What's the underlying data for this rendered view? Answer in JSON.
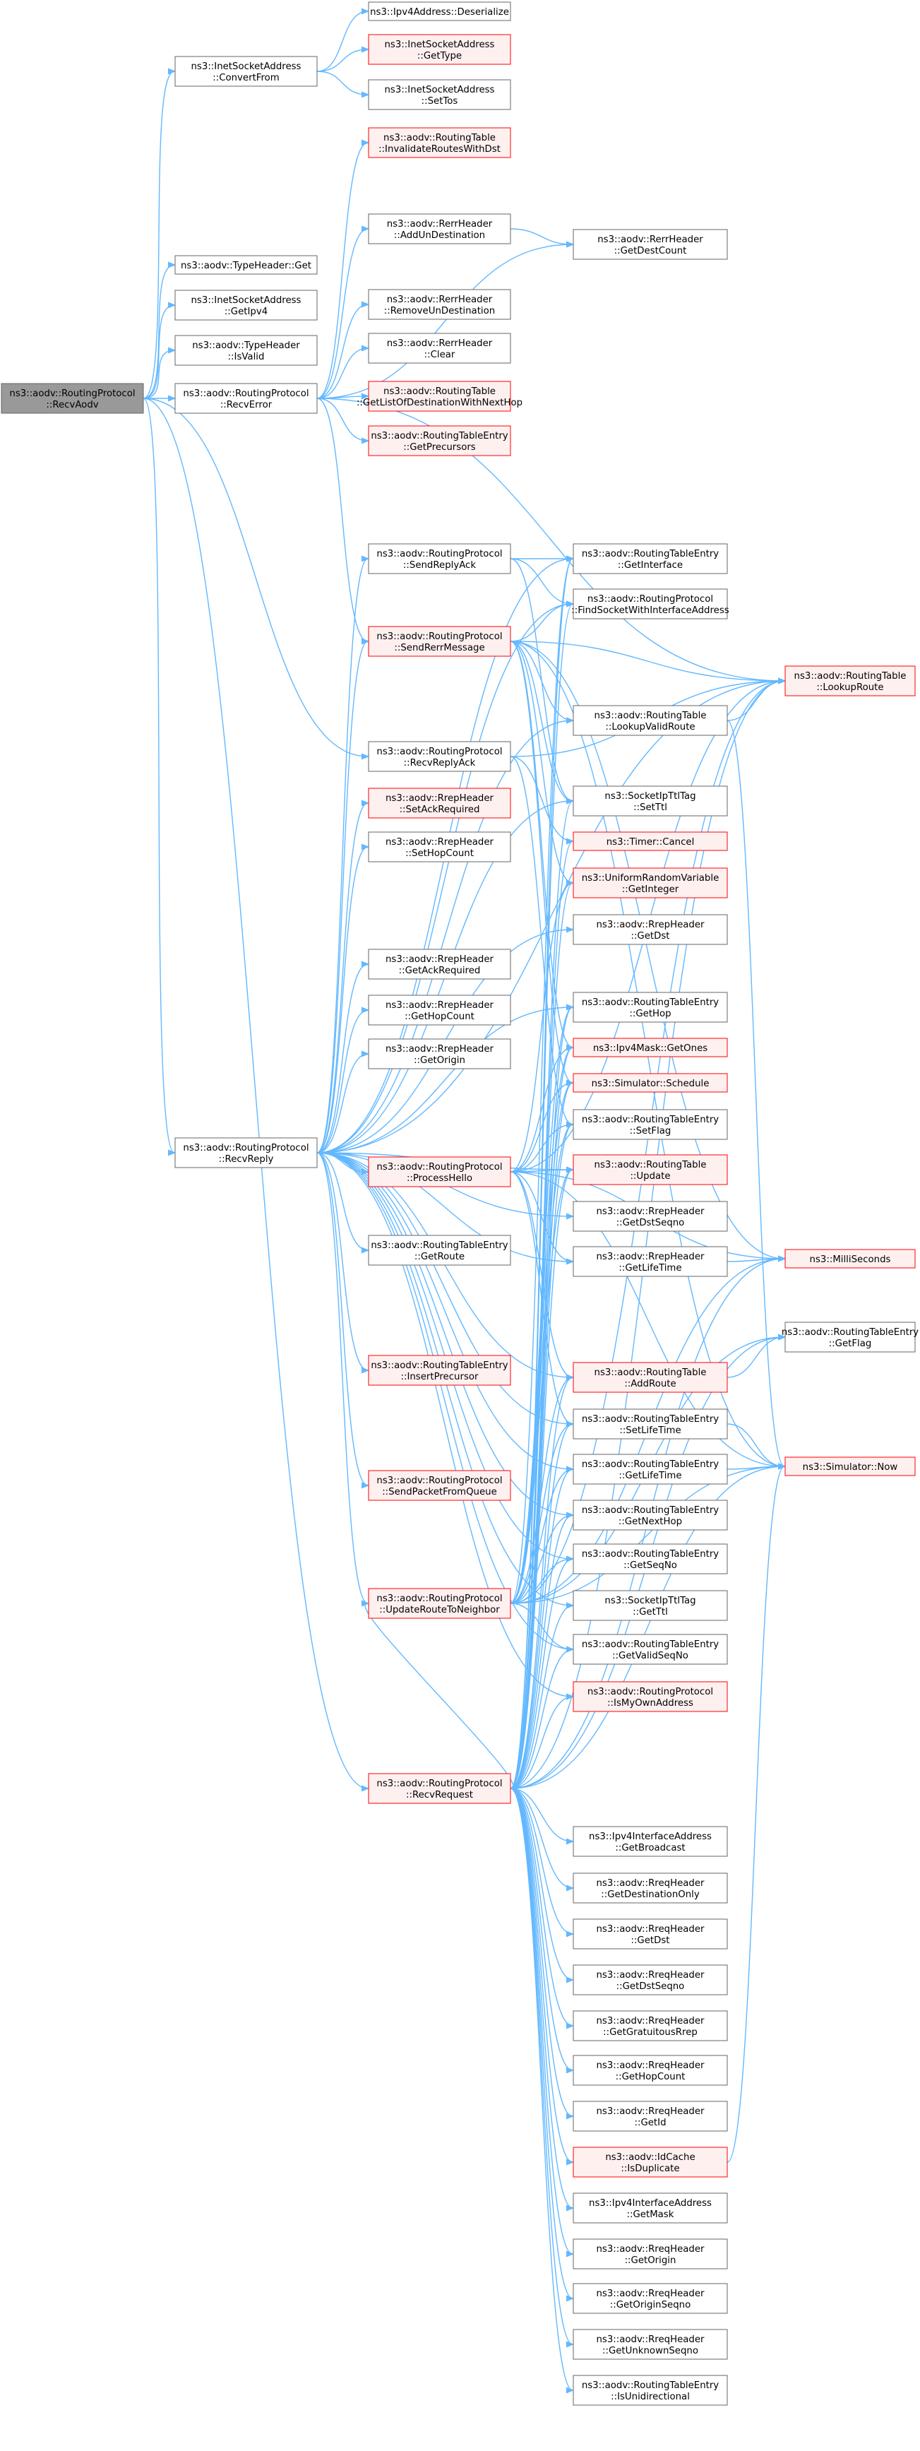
{
  "colors": {
    "edge": "#63b8ff",
    "node_border": "#666666",
    "node_fill": "#ffffff",
    "root_fill": "#999999",
    "truncated_border": "#ff0000",
    "truncated_fill": "#fff0f0"
  },
  "nodes": {
    "recvaodv": {
      "lines": [
        "ns3::aodv::RoutingProtocol",
        "::RecvAodv"
      ],
      "style": "root"
    },
    "convertfrom": {
      "lines": [
        "ns3::InetSocketAddress",
        "::ConvertFrom"
      ],
      "style": "plain"
    },
    "deserialize": {
      "lines": [
        "ns3::Ipv4Address::Deserialize"
      ],
      "style": "plain"
    },
    "gettype": {
      "lines": [
        "ns3::InetSocketAddress",
        "::GetType"
      ],
      "style": "trunc"
    },
    "settos": {
      "lines": [
        "ns3::InetSocketAddress",
        "::SetTos"
      ],
      "style": "plain"
    },
    "invalidate": {
      "lines": [
        "ns3::aodv::RoutingTable",
        "::InvalidateRoutesWithDst"
      ],
      "style": "trunc"
    },
    "addundest": {
      "lines": [
        "ns3::aodv::RerrHeader",
        "::AddUnDestination"
      ],
      "style": "plain"
    },
    "getdestcount": {
      "lines": [
        "ns3::aodv::RerrHeader",
        "::GetDestCount"
      ],
      "style": "plain"
    },
    "typeheaderget": {
      "lines": [
        "ns3::aodv::TypeHeader::Get"
      ],
      "style": "plain"
    },
    "getipv4": {
      "lines": [
        "ns3::InetSocketAddress",
        "::GetIpv4"
      ],
      "style": "plain"
    },
    "removeundest": {
      "lines": [
        "ns3::aodv::RerrHeader",
        "::RemoveUnDestination"
      ],
      "style": "plain"
    },
    "isvalid": {
      "lines": [
        "ns3::aodv::TypeHeader",
        "::IsValid"
      ],
      "style": "plain"
    },
    "rerrclear": {
      "lines": [
        "ns3::aodv::RerrHeader",
        "::Clear"
      ],
      "style": "plain"
    },
    "recverror": {
      "lines": [
        "ns3::aodv::RoutingProtocol",
        "::RecvError"
      ],
      "style": "plain"
    },
    "getlistofdest": {
      "lines": [
        "ns3::aodv::RoutingTable",
        "::GetListOfDestinationWithNextHop"
      ],
      "style": "trunc"
    },
    "getprecursors": {
      "lines": [
        "ns3::aodv::RoutingTableEntry",
        "::GetPrecursors"
      ],
      "style": "trunc"
    },
    "sendreplyack": {
      "lines": [
        "ns3::aodv::RoutingProtocol",
        "::SendReplyAck"
      ],
      "style": "plain"
    },
    "getinterface": {
      "lines": [
        "ns3::aodv::RoutingTableEntry",
        "::GetInterface"
      ],
      "style": "plain"
    },
    "findsocket": {
      "lines": [
        "ns3::aodv::RoutingProtocol",
        "::FindSocketWithInterfaceAddress"
      ],
      "style": "plain"
    },
    "sendrerr": {
      "lines": [
        "ns3::aodv::RoutingProtocol",
        "::SendRerrMessage"
      ],
      "style": "trunc"
    },
    "lookuproute": {
      "lines": [
        "ns3::aodv::RoutingTable",
        "::LookupRoute"
      ],
      "style": "trunc"
    },
    "lookupvalid": {
      "lines": [
        "ns3::aodv::RoutingTable",
        "::LookupValidRoute"
      ],
      "style": "plain"
    },
    "recvreplyack": {
      "lines": [
        "ns3::aodv::RoutingProtocol",
        "::RecvReplyAck"
      ],
      "style": "plain"
    },
    "setackreq": {
      "lines": [
        "ns3::aodv::RrepHeader",
        "::SetAckRequired"
      ],
      "style": "trunc"
    },
    "setttl": {
      "lines": [
        "ns3::SocketIpTtlTag",
        "::SetTtl"
      ],
      "style": "plain"
    },
    "timercancel": {
      "lines": [
        "ns3::Timer::Cancel"
      ],
      "style": "trunc"
    },
    "sethopcount": {
      "lines": [
        "ns3::aodv::RrepHeader",
        "::SetHopCount"
      ],
      "style": "plain"
    },
    "getinteger": {
      "lines": [
        "ns3::UniformRandomVariable",
        "::GetInteger"
      ],
      "style": "trunc"
    },
    "rrepgetdst": {
      "lines": [
        "ns3::aodv::RrepHeader",
        "::GetDst"
      ],
      "style": "plain"
    },
    "getackreq": {
      "lines": [
        "ns3::aodv::RrepHeader",
        "::GetAckRequired"
      ],
      "style": "plain"
    },
    "gethop": {
      "lines": [
        "ns3::aodv::RoutingTableEntry",
        "::GetHop"
      ],
      "style": "plain"
    },
    "rrepgethopcount": {
      "lines": [
        "ns3::aodv::RrepHeader",
        "::GetHopCount"
      ],
      "style": "plain"
    },
    "getones": {
      "lines": [
        "ns3::Ipv4Mask::GetOnes"
      ],
      "style": "trunc"
    },
    "rrepgetorigin": {
      "lines": [
        "ns3::aodv::RrepHeader",
        "::GetOrigin"
      ],
      "style": "plain"
    },
    "schedule": {
      "lines": [
        "ns3::Simulator::Schedule"
      ],
      "style": "trunc"
    },
    "setflag": {
      "lines": [
        "ns3::aodv::RoutingTableEntry",
        "::SetFlag"
      ],
      "style": "plain"
    },
    "recvreply": {
      "lines": [
        "ns3::aodv::RoutingProtocol",
        "::RecvReply"
      ],
      "style": "plain"
    },
    "processhello": {
      "lines": [
        "ns3::aodv::RoutingProtocol",
        "::ProcessHello"
      ],
      "style": "trunc"
    },
    "rtupdate": {
      "lines": [
        "ns3::aodv::RoutingTable",
        "::Update"
      ],
      "style": "trunc"
    },
    "rrepgetdstseqno": {
      "lines": [
        "ns3::aodv::RrepHeader",
        "::GetDstSeqno"
      ],
      "style": "plain"
    },
    "getroute": {
      "lines": [
        "ns3::aodv::RoutingTableEntry",
        "::GetRoute"
      ],
      "style": "plain"
    },
    "getlifetime_h": {
      "lines": [
        "ns3::aodv::RrepHeader",
        "::GetLifeTime"
      ],
      "style": "plain"
    },
    "milliseconds": {
      "lines": [
        "ns3::MilliSeconds"
      ],
      "style": "trunc"
    },
    "getflag": {
      "lines": [
        "ns3::aodv::RoutingTableEntry",
        "::GetFlag"
      ],
      "style": "plain"
    },
    "insertprec": {
      "lines": [
        "ns3::aodv::RoutingTableEntry",
        "::InsertPrecursor"
      ],
      "style": "trunc"
    },
    "addroute": {
      "lines": [
        "ns3::aodv::RoutingTable",
        "::AddRoute"
      ],
      "style": "trunc"
    },
    "setlifetime": {
      "lines": [
        "ns3::aodv::RoutingTableEntry",
        "::SetLifeTime"
      ],
      "style": "plain"
    },
    "getlifetime_e": {
      "lines": [
        "ns3::aodv::RoutingTableEntry",
        "::GetLifeTime"
      ],
      "style": "plain"
    },
    "simnow": {
      "lines": [
        "ns3::Simulator::Now"
      ],
      "style": "trunc"
    },
    "sendpacket": {
      "lines": [
        "ns3::aodv::RoutingProtocol",
        "::SendPacketFromQueue"
      ],
      "style": "trunc"
    },
    "getnexthop": {
      "lines": [
        "ns3::aodv::RoutingTableEntry",
        "::GetNextHop"
      ],
      "style": "plain"
    },
    "getseqno": {
      "lines": [
        "ns3::aodv::RoutingTableEntry",
        "::GetSeqNo"
      ],
      "style": "plain"
    },
    "updateroute": {
      "lines": [
        "ns3::aodv::RoutingProtocol",
        "::UpdateRouteToNeighbor"
      ],
      "style": "trunc"
    },
    "getttl": {
      "lines": [
        "ns3::SocketIpTtlTag",
        "::GetTtl"
      ],
      "style": "plain"
    },
    "getvalidseqno": {
      "lines": [
        "ns3::aodv::RoutingTableEntry",
        "::GetValidSeqNo"
      ],
      "style": "plain"
    },
    "ismyown": {
      "lines": [
        "ns3::aodv::RoutingProtocol",
        "::IsMyOwnAddress"
      ],
      "style": "trunc"
    },
    "recvrequest": {
      "lines": [
        "ns3::aodv::RoutingProtocol",
        "::RecvRequest"
      ],
      "style": "trunc"
    },
    "getbroadcast": {
      "lines": [
        "ns3::Ipv4InterfaceAddress",
        "::GetBroadcast"
      ],
      "style": "plain"
    },
    "getdestonly": {
      "lines": [
        "ns3::aodv::RreqHeader",
        "::GetDestinationOnly"
      ],
      "style": "plain"
    },
    "rreqgetdst": {
      "lines": [
        "ns3::aodv::RreqHeader",
        "::GetDst"
      ],
      "style": "plain"
    },
    "rreqgetdstseqno": {
      "lines": [
        "ns3::aodv::RreqHeader",
        "::GetDstSeqno"
      ],
      "style": "plain"
    },
    "getgratuitous": {
      "lines": [
        "ns3::aodv::RreqHeader",
        "::GetGratuitousRrep"
      ],
      "style": "plain"
    },
    "rreqgethopcount": {
      "lines": [
        "ns3::aodv::RreqHeader",
        "::GetHopCount"
      ],
      "style": "plain"
    },
    "rreqgetid": {
      "lines": [
        "ns3::aodv::RreqHeader",
        "::GetId"
      ],
      "style": "plain"
    },
    "isduplicate": {
      "lines": [
        "ns3::aodv::IdCache",
        "::IsDuplicate"
      ],
      "style": "trunc"
    },
    "getmask": {
      "lines": [
        "ns3::Ipv4InterfaceAddress",
        "::GetMask"
      ],
      "style": "plain"
    },
    "rreqgetorigin": {
      "lines": [
        "ns3::aodv::RreqHeader",
        "::GetOrigin"
      ],
      "style": "plain"
    },
    "getoriginseqno": {
      "lines": [
        "ns3::aodv::RreqHeader",
        "::GetOriginSeqno"
      ],
      "style": "plain"
    },
    "getunknown": {
      "lines": [
        "ns3::aodv::RreqHeader",
        "::GetUnknownSeqno"
      ],
      "style": "plain"
    },
    "isunidir": {
      "lines": [
        "ns3::aodv::RoutingTableEntry",
        "::IsUnidirectional"
      ],
      "style": "plain"
    }
  },
  "edges": [
    [
      "recvaodv",
      "convertfrom"
    ],
    [
      "recvaodv",
      "typeheaderget"
    ],
    [
      "recvaodv",
      "getipv4"
    ],
    [
      "recvaodv",
      "isvalid"
    ],
    [
      "recvaodv",
      "recverror"
    ],
    [
      "recvaodv",
      "recvreplyack"
    ],
    [
      "recvaodv",
      "recvreply"
    ],
    [
      "recvaodv",
      "recvrequest"
    ],
    [
      "convertfrom",
      "deserialize"
    ],
    [
      "convertfrom",
      "gettype"
    ],
    [
      "convertfrom",
      "settos"
    ],
    [
      "recverror",
      "invalidate"
    ],
    [
      "recverror",
      "addundest"
    ],
    [
      "recverror",
      "getdestcount"
    ],
    [
      "recverror",
      "removeundest"
    ],
    [
      "recverror",
      "rerrclear"
    ],
    [
      "recverror",
      "getlistofdest"
    ],
    [
      "recverror",
      "getprecursors"
    ],
    [
      "recverror",
      "lookuproute"
    ],
    [
      "recverror",
      "sendrerr"
    ],
    [
      "addundest",
      "getdestcount"
    ],
    [
      "sendreplyack",
      "getinterface"
    ],
    [
      "sendreplyack",
      "findsocket"
    ],
    [
      "sendreplyack",
      "setttl"
    ],
    [
      "sendrerr",
      "findsocket"
    ],
    [
      "sendrerr",
      "lookuproute"
    ],
    [
      "sendrerr",
      "lookupvalid"
    ],
    [
      "sendrerr",
      "setttl"
    ],
    [
      "sendrerr",
      "getinteger"
    ],
    [
      "sendrerr",
      "schedule"
    ],
    [
      "sendrerr",
      "getones"
    ],
    [
      "sendrerr",
      "simnow"
    ],
    [
      "sendrerr",
      "milliseconds"
    ],
    [
      "lookupvalid",
      "lookuproute"
    ],
    [
      "lookupvalid",
      "simnow"
    ],
    [
      "recvreplyack",
      "lookuproute"
    ],
    [
      "recvreplyack",
      "setflag"
    ],
    [
      "recvreplyack",
      "timercancel"
    ],
    [
      "recvreply",
      "sendreplyack"
    ],
    [
      "recvreply",
      "setackreq"
    ],
    [
      "recvreply",
      "sethopcount"
    ],
    [
      "recvreply",
      "getackreq"
    ],
    [
      "recvreply",
      "rrepgethopcount"
    ],
    [
      "recvreply",
      "rrepgetorigin"
    ],
    [
      "recvreply",
      "processhello"
    ],
    [
      "recvreply",
      "getroute"
    ],
    [
      "recvreply",
      "insertprec"
    ],
    [
      "recvreply",
      "sendpacket"
    ],
    [
      "recvreply",
      "updateroute"
    ],
    [
      "recvreply",
      "lookuproute"
    ],
    [
      "recvreply",
      "lookupvalid"
    ],
    [
      "recvreply",
      "setttl"
    ],
    [
      "recvreply",
      "rrepgetdst"
    ],
    [
      "recvreply",
      "gethop"
    ],
    [
      "recvreply",
      "rtupdate"
    ],
    [
      "recvreply",
      "rrepgetdstseqno"
    ],
    [
      "recvreply",
      "getlifetime_h"
    ],
    [
      "recvreply",
      "addroute"
    ],
    [
      "recvreply",
      "getlifetime_e"
    ],
    [
      "recvreply",
      "getnexthop"
    ],
    [
      "recvreply",
      "getseqno"
    ],
    [
      "recvreply",
      "getttl"
    ],
    [
      "recvreply",
      "getvalidseqno"
    ],
    [
      "recvreply",
      "ismyown"
    ],
    [
      "recvreply",
      "getinterface"
    ],
    [
      "recvreply",
      "sendrerr"
    ],
    [
      "recvreply",
      "setlifetime"
    ],
    [
      "recvreply",
      "findsocket"
    ],
    [
      "processhello",
      "getinteger"
    ],
    [
      "processhello",
      "lookuproute"
    ],
    [
      "processhello",
      "schedule"
    ],
    [
      "processhello",
      "setflag"
    ],
    [
      "processhello",
      "rtupdate"
    ],
    [
      "processhello",
      "addroute"
    ],
    [
      "processhello",
      "getones"
    ],
    [
      "processhello",
      "simnow"
    ],
    [
      "processhello",
      "milliseconds"
    ],
    [
      "processhello",
      "setlifetime"
    ],
    [
      "processhello",
      "getlifetime_h"
    ],
    [
      "getlifetime_h",
      "milliseconds"
    ],
    [
      "addroute",
      "getflag"
    ],
    [
      "setlifetime",
      "simnow"
    ],
    [
      "getlifetime_e",
      "simnow"
    ],
    [
      "updateroute",
      "lookuproute"
    ],
    [
      "updateroute",
      "rtupdate"
    ],
    [
      "updateroute",
      "setflag"
    ],
    [
      "updateroute",
      "getflag"
    ],
    [
      "updateroute",
      "addroute"
    ],
    [
      "updateroute",
      "getones"
    ],
    [
      "updateroute",
      "simnow"
    ],
    [
      "updateroute",
      "setlifetime"
    ],
    [
      "updateroute",
      "getlifetime_e"
    ],
    [
      "updateroute",
      "getvalidseqno"
    ],
    [
      "updateroute",
      "getseqno"
    ],
    [
      "updateroute",
      "getnexthop"
    ],
    [
      "updateroute",
      "gethop"
    ],
    [
      "updateroute",
      "getinterface"
    ],
    [
      "updateroute",
      "milliseconds"
    ],
    [
      "updateroute",
      "schedule"
    ],
    [
      "recvrequest",
      "getbroadcast"
    ],
    [
      "recvrequest",
      "getdestonly"
    ],
    [
      "recvrequest",
      "rreqgetdst"
    ],
    [
      "recvrequest",
      "rreqgetdstseqno"
    ],
    [
      "recvrequest",
      "getgratuitous"
    ],
    [
      "recvrequest",
      "rreqgethopcount"
    ],
    [
      "recvrequest",
      "rreqgetid"
    ],
    [
      "recvrequest",
      "isduplicate"
    ],
    [
      "recvrequest",
      "getmask"
    ],
    [
      "recvrequest",
      "rreqgetorigin"
    ],
    [
      "recvrequest",
      "getoriginseqno"
    ],
    [
      "recvrequest",
      "getunknown"
    ],
    [
      "recvrequest",
      "isunidir"
    ],
    [
      "recvrequest",
      "lookuproute"
    ],
    [
      "recvrequest",
      "ismyown"
    ],
    [
      "recvrequest",
      "getvalidseqno"
    ],
    [
      "recvrequest",
      "getttl"
    ],
    [
      "recvrequest",
      "setttl"
    ],
    [
      "recvrequest",
      "getseqno"
    ],
    [
      "recvrequest",
      "getnexthop"
    ],
    [
      "recvrequest",
      "getlifetime_e"
    ],
    [
      "recvrequest",
      "setlifetime"
    ],
    [
      "recvrequest",
      "addroute"
    ],
    [
      "recvrequest",
      "rtupdate"
    ],
    [
      "recvrequest",
      "setflag"
    ],
    [
      "recvrequest",
      "getflag"
    ],
    [
      "recvrequest",
      "gethop"
    ],
    [
      "recvrequest",
      "getinterface"
    ],
    [
      "recvrequest",
      "getones"
    ],
    [
      "recvrequest",
      "schedule"
    ],
    [
      "recvrequest",
      "getinteger"
    ],
    [
      "recvrequest",
      "findsocket"
    ],
    [
      "recvrequest",
      "milliseconds"
    ],
    [
      "recvrequest",
      "simnow"
    ],
    [
      "recvrequest",
      "timercancel"
    ],
    [
      "recvrequest",
      "updateroute"
    ],
    [
      "isduplicate",
      "simnow"
    ]
  ]
}
